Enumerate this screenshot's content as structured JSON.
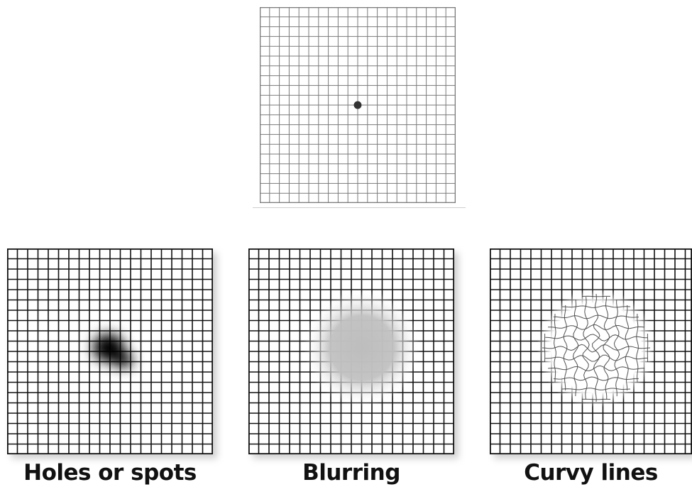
{
  "amsler_grid": {
    "fixation_dot_color": "#333333"
  },
  "panels": [
    {
      "id": "holes",
      "caption": "Holes or spots",
      "effect": "dark-spot"
    },
    {
      "id": "blur",
      "caption": "Blurring",
      "effect": "blur"
    },
    {
      "id": "curvy",
      "caption": "Curvy lines",
      "effect": "distortion"
    }
  ],
  "colors": {
    "grid_line": "#7a7a7a",
    "panel_line": "#111111",
    "caption_text": "#111111"
  }
}
